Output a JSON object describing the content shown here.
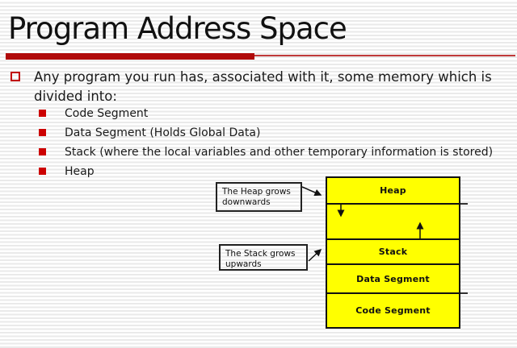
{
  "title": "Program Address Space",
  "colors": {
    "accent_bar_red": "#b00b0b",
    "thin_rule_red": "#c03a3a",
    "bullet_red": "#cc0000",
    "diagram_fill_yellow": "#ffff00",
    "diagram_border": "#111111",
    "text_color": "#1a1a1a"
  },
  "content": {
    "intro": "Any program you run has, associated with it, some memory which is divided into:",
    "items": [
      "Code Segment",
      "Data Segment (Holds Global Data)",
      "Stack (where the local variables and other temporary information is stored)",
      "Heap"
    ]
  },
  "diagram": {
    "segments": [
      "Heap",
      "Stack",
      "Data Segment",
      "Code Segment"
    ],
    "callouts": [
      {
        "text": "The Heap grows downwards"
      },
      {
        "text": "The Stack grows upwards"
      }
    ],
    "arrows": [
      {
        "name": "heap-grows-down",
        "direction": "down"
      },
      {
        "name": "stack-grows-up",
        "direction": "up"
      }
    ]
  }
}
